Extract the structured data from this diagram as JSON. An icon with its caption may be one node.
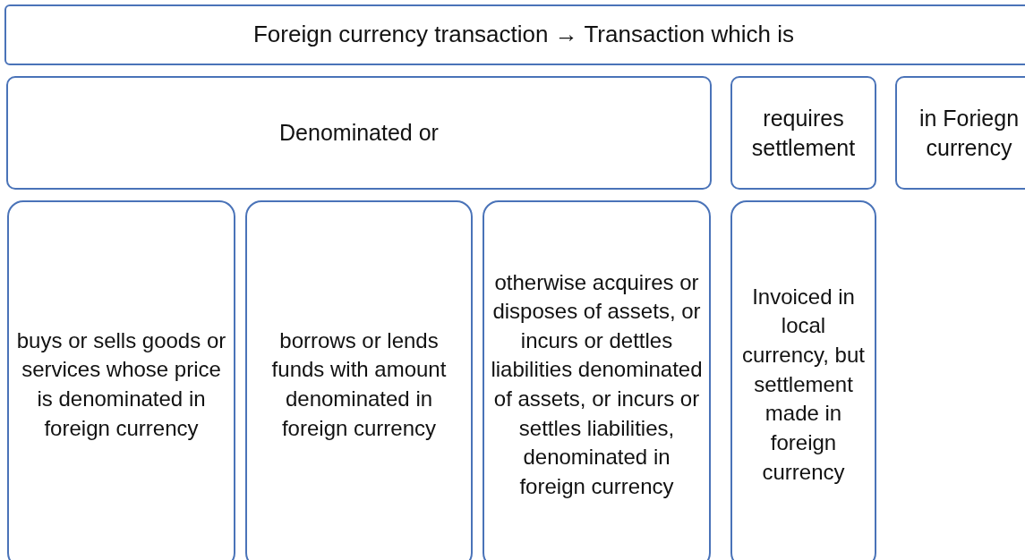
{
  "diagram": {
    "nodes": [
      {
        "text": [
          "Foreign currency transaction → Transaction which is"
        ]
      },
      {
        "text": [
          "Denominated or"
        ]
      },
      {
        "text": [
          "requires settlement"
        ]
      },
      {
        "text": [
          "in Foriegn currency"
        ]
      },
      {
        "text": [
          "buys or sells goods or services whose price is denominated in foreign currency"
        ]
      },
      {
        "text": [
          "borrows or lends funds with amount denominated in foreign currency"
        ]
      },
      {
        "text": [
          "otherwise acquires or disposes of assets, or incurs or dettles liabilities denominated of assets, or incurs or settles liabilities, denominated in foreign currency"
        ]
      },
      {
        "text": [
          "Invoiced in local currency, but settlement made in foreign currency"
        ]
      }
    ]
  }
}
